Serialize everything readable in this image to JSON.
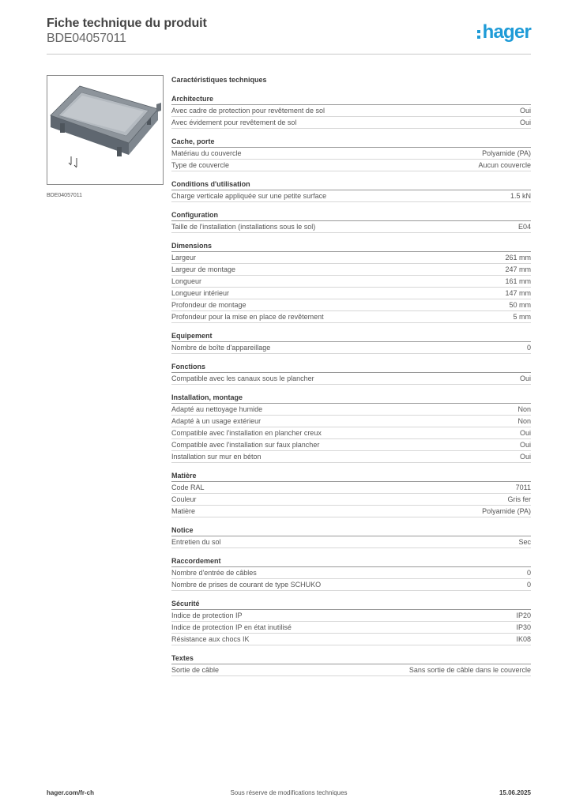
{
  "header": {
    "title": "Fiche technique du produit",
    "reference": "BDE04057011",
    "logo": "hager",
    "logo_color": "#1e9bd7"
  },
  "image": {
    "caption": "BDE04057011",
    "icon": "floor-box-product-image"
  },
  "spec_title": "Caractéristiques techniques",
  "sections": [
    {
      "name": "Architecture",
      "rows": [
        {
          "label": "Avec cadre de protection pour revêtement de sol",
          "value": "Oui"
        },
        {
          "label": "Avec évidement pour revêtement de sol",
          "value": "Oui"
        }
      ]
    },
    {
      "name": "Cache, porte",
      "rows": [
        {
          "label": "Matériau du couvercle",
          "value": "Polyamide (PA)"
        },
        {
          "label": "Type de couvercle",
          "value": "Aucun couvercle"
        }
      ]
    },
    {
      "name": "Conditions d'utilisation",
      "rows": [
        {
          "label": "Charge verticale appliquée sur une petite surface",
          "value": "1.5 kN"
        }
      ]
    },
    {
      "name": "Configuration",
      "rows": [
        {
          "label": "Taille de l'installation (installations sous le sol)",
          "value": "E04"
        }
      ]
    },
    {
      "name": "Dimensions",
      "rows": [
        {
          "label": "Largeur",
          "value": "261 mm"
        },
        {
          "label": "Largeur de montage",
          "value": "247 mm"
        },
        {
          "label": "Longueur",
          "value": "161 mm"
        },
        {
          "label": "Longueur intérieur",
          "value": "147 mm"
        },
        {
          "label": "Profondeur de montage",
          "value": "50 mm"
        },
        {
          "label": "Profondeur pour la mise en place de revêtement",
          "value": "5 mm"
        }
      ]
    },
    {
      "name": "Equipement",
      "rows": [
        {
          "label": "Nombre de boîte d'appareillage",
          "value": "0"
        }
      ]
    },
    {
      "name": "Fonctions",
      "rows": [
        {
          "label": "Compatible avec les canaux sous le plancher",
          "value": "Oui"
        }
      ]
    },
    {
      "name": "Installation, montage",
      "rows": [
        {
          "label": "Adapté au nettoyage humide",
          "value": "Non"
        },
        {
          "label": "Adapté à un usage extérieur",
          "value": "Non"
        },
        {
          "label": "Compatible avec l'installation en plancher creux",
          "value": "Oui"
        },
        {
          "label": "Compatible avec l'installation sur faux plancher",
          "value": "Oui"
        },
        {
          "label": "Installation sur mur en béton",
          "value": "Oui"
        }
      ]
    },
    {
      "name": "Matière",
      "rows": [
        {
          "label": "Code RAL",
          "value": "7011"
        },
        {
          "label": "Couleur",
          "value": "Gris fer"
        },
        {
          "label": "Matière",
          "value": "Polyamide (PA)"
        }
      ]
    },
    {
      "name": "Notice",
      "rows": [
        {
          "label": "Entretien du sol",
          "value": "Sec"
        }
      ]
    },
    {
      "name": "Raccordement",
      "rows": [
        {
          "label": "Nombre d'entrée de câbles",
          "value": "0"
        },
        {
          "label": "Nombre de prises de courant de type SCHUKO",
          "value": "0"
        }
      ]
    },
    {
      "name": "Sécurité",
      "rows": [
        {
          "label": "Indice de protection IP",
          "value": "IP20"
        },
        {
          "label": "Indice de protection IP en état inutilisé",
          "value": "IP30"
        },
        {
          "label": "Résistance aux chocs IK",
          "value": "IK08"
        }
      ]
    },
    {
      "name": "Textes",
      "rows": [
        {
          "label": "Sortie de câble",
          "value": "Sans sortie de câble dans le couvercle"
        }
      ]
    }
  ],
  "footer": {
    "site": "hager.com/fr-ch",
    "notice": "Sous réserve de modifications techniques",
    "date": "15.06.2025"
  }
}
